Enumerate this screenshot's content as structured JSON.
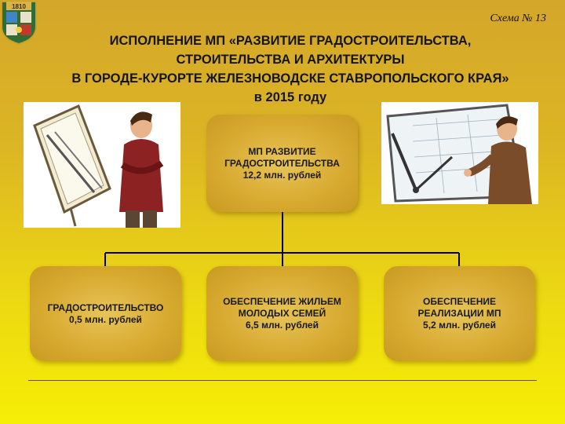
{
  "header": {
    "scheme_label": "Схема № 13",
    "title_lines": [
      "ИСПОЛНЕНИЕ МП «РАЗВИТИЕ ГРАДОСТРОИТЕЛЬСТВА,",
      "СТРОИТЕЛЬСТВА И АРХИТЕКТУРЫ",
      "В ГОРОДЕ-КУРОРТЕ ЖЕЛЕЗНОВОДСКЕ СТАВРОПОЛЬСКОГО КРАЯ»",
      "в 2015 году"
    ]
  },
  "crest": {
    "year": "1810"
  },
  "root": {
    "lines": [
      "МП РАЗВИТИЕ",
      "ГРАДОСТРОИТЕЛЬСТВА",
      "12,2 млн. рублей"
    ]
  },
  "children": [
    {
      "lines": [
        "ГРАДОСТРОИТЕЛЬСТВО",
        "0,5 млн. рублей"
      ]
    },
    {
      "lines": [
        "ОБЕСПЕЧЕНИЕ ЖИЛЬЕМ",
        "МОЛОДЫХ СЕМЕЙ",
        "6,5 млн. рублей"
      ]
    },
    {
      "lines": [
        "ОБЕСПЕЧЕНИЕ",
        "РЕАЛИЗАЦИИ МП",
        "5,2 млн. рублей"
      ]
    }
  ],
  "colors": {
    "background_top": "#d4a62a",
    "background_bottom": "#f6ee06",
    "box_fill": "#d7a92f",
    "connector": "#000000"
  },
  "icons": [
    "city-crest-icon",
    "architect-man-illustration",
    "draftsman-at-drawing-board-illustration"
  ]
}
